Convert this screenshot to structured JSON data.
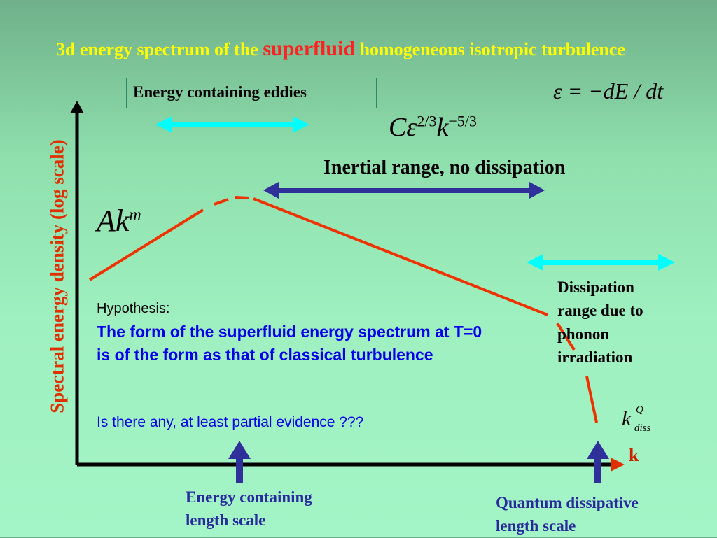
{
  "slide": {
    "title_part1": "3d energy spectrum of the ",
    "title_highlight": "superfluid",
    "title_part2": " homogeneous isotropic turbulence",
    "energy_containing_eddies": "Energy containing eddies",
    "epsilon_formula": "ε = −dE / dt",
    "c_formula_base": "Cε",
    "c_formula_exp1": "2/3",
    "c_formula_k": "k",
    "c_formula_exp2": "−5/3",
    "inertial_range": "Inertial range, no dissipation",
    "ak_base": "Ak",
    "ak_exp": "m",
    "hypothesis_label": "Hypothesis:",
    "hypothesis_text": "The form of the superfluid energy spectrum at T=0 is of the form as  that of classical turbulence",
    "question": "Is there any, at least partial evidence ???",
    "dissipation_range": "Dissipation range due to phonon irradiation",
    "k_diss_base": "k",
    "k_diss_sup": "Q",
    "k_diss_sub": "diss",
    "x_axis_label": "k",
    "y_axis_label": "Spectral energy density (log scale)",
    "energy_length_scale": "Energy containing length scale",
    "quantum_length_scale": "Quantum dissipative length scale"
  },
  "colors": {
    "title": "#ffff00",
    "title_highlight": "#ff2020",
    "curve": "#ee3300",
    "cyan_arrow": "#00ffff",
    "navy_arrow": "#30309a",
    "blue_text": "#0000ee"
  }
}
